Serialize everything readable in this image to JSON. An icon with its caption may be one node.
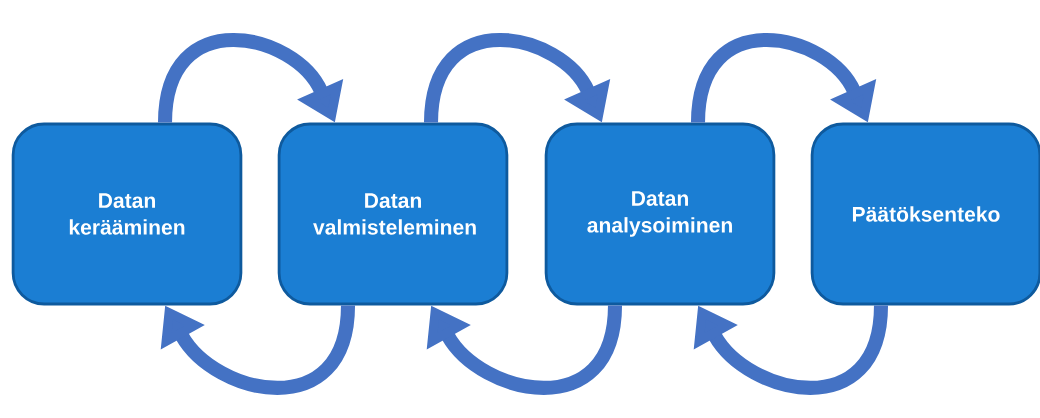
{
  "diagram": {
    "nodes": [
      {
        "text": [
          "Datan kerääminen"
        ]
      },
      {
        "text": [
          "Datan valmisteleminen"
        ]
      },
      {
        "text": [
          "Datan analysoiminen"
        ]
      },
      {
        "text": [
          "Päätöksenteko"
        ]
      }
    ],
    "edges": [
      {
        "from": 0,
        "to": 1,
        "arrow": "to"
      },
      {
        "from": 1,
        "to": 2,
        "arrow": "to"
      },
      {
        "from": 2,
        "to": 3,
        "arrow": "to"
      },
      {
        "from": 1,
        "to": 0,
        "arrow": "to"
      },
      {
        "from": 2,
        "to": 1,
        "arrow": "to"
      },
      {
        "from": 3,
        "to": 2,
        "arrow": "to"
      }
    ]
  }
}
